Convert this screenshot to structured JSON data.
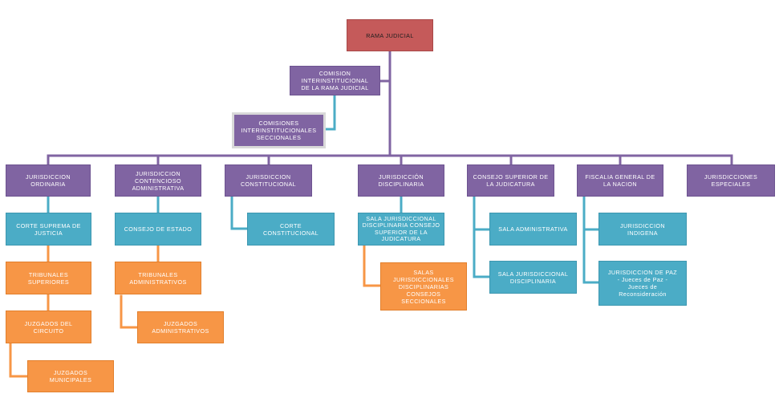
{
  "root": "RAMA JUDICIAL",
  "comision": "COMISION\nINTERINSTITUCIONAL\nDE LA RAMA JUDICIAL",
  "comisiones": "COMISIONES\nINTERINSTITUCIONALES\nSECCIONALES",
  "ordinaria": {
    "head": "JURISDICCION\nORDINARIA",
    "corte": "CORTE SUPREMA DE\nJUSTICIA",
    "tribunales": "TRIBUNALES\nSUPERIORES",
    "circuito": "JUZGADOS DEL\nCIRCUITO",
    "municipales": "JUZGADOS\nMUNICIPALES"
  },
  "contencioso": {
    "head": "JURISDICCION\nCONTENCIOSO\nADMINISTRATIVA",
    "consejo": "CONSEJO DE ESTADO",
    "tribunales": "TRIBUNALES\nADMINISTRATIVOS",
    "juzgados": "JUZGADOS\nADMINISTRATIVOS"
  },
  "constitucional": {
    "head": "JURISDICCION\nCONSTITUCIONAL",
    "corte": "CORTE\nCONSTITUCIONAL"
  },
  "disciplinaria": {
    "head": "JURISDICCIÓN\nDISCIPLINARIA",
    "sala": "SALA JURISDICCIONAL\nDISCIPLINARIA CONSEJO\nSUPERIOR DE LA\nJUDICATURA",
    "salas": "SALAS\nJURISDICCIONALES\nDISCIPLINARIAS\nCONSEJOS\nSECCIONALES"
  },
  "consejo_superior": {
    "head": "CONSEJO SUPERIOR DE\nLA JUDICATURA",
    "administrativa": "SALA ADMINISTRATIVA",
    "disciplinaria": "SALA JURISDICCIONAL\nDISCIPLINARIA"
  },
  "fiscalia": {
    "head": "FISCALIA GENERAL DE\nLA NACION",
    "indigena": "JURISDICCION\nINDIGENA",
    "paz": "JURISDICCION DE PAZ\n- Jueces de Paz -\nJueces de\nReconsideración"
  },
  "especiales": "JURISDICCIONES\nESPECIALES",
  "colors": {
    "red": "#c55a5a",
    "purple": "#8064a2",
    "cyan": "#4bacc6",
    "orange": "#f79646"
  }
}
